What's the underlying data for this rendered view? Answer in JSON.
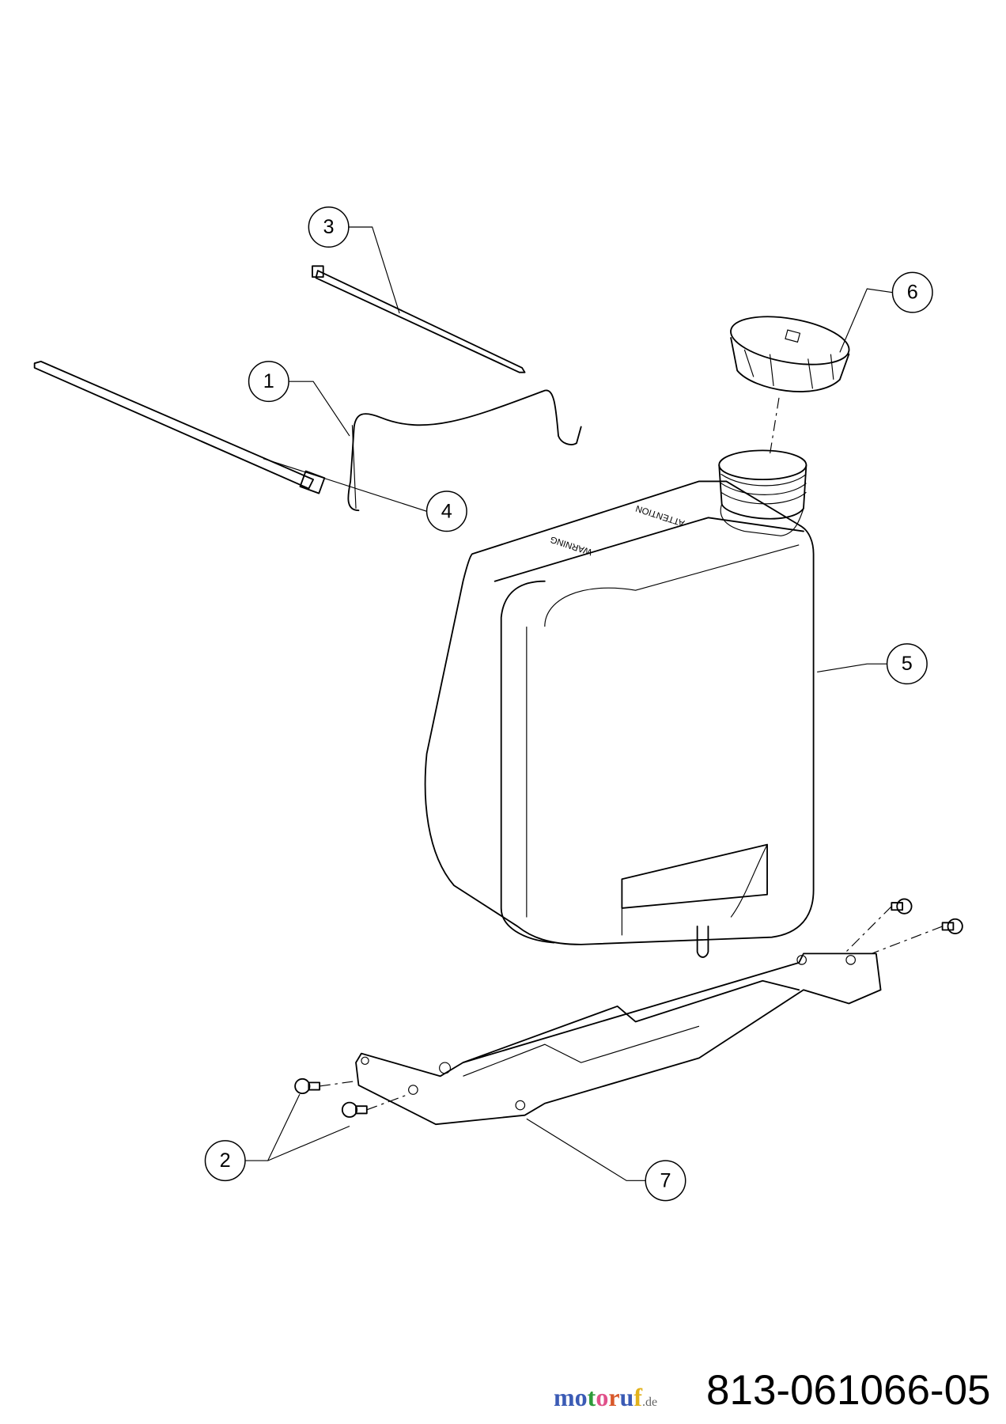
{
  "diagram": {
    "callouts": [
      {
        "id": "1",
        "label": "1"
      },
      {
        "id": "2",
        "label": "2"
      },
      {
        "id": "3",
        "label": "3"
      },
      {
        "id": "4",
        "label": "4"
      },
      {
        "id": "5",
        "label": "5"
      },
      {
        "id": "6",
        "label": "6"
      },
      {
        "id": "7",
        "label": "7"
      }
    ],
    "tank_labels": {
      "warning": "WARNING",
      "attention": "ATTENTION"
    },
    "part_number": "813-061066-05",
    "watermark": {
      "text": "motoruf",
      "suffix": ".de",
      "colors": [
        "#3b5bb5",
        "#3b5bb5",
        "#2e9a3a",
        "#e0508a",
        "#d8582a",
        "#3b5bb5",
        "#e2b21c"
      ]
    }
  }
}
